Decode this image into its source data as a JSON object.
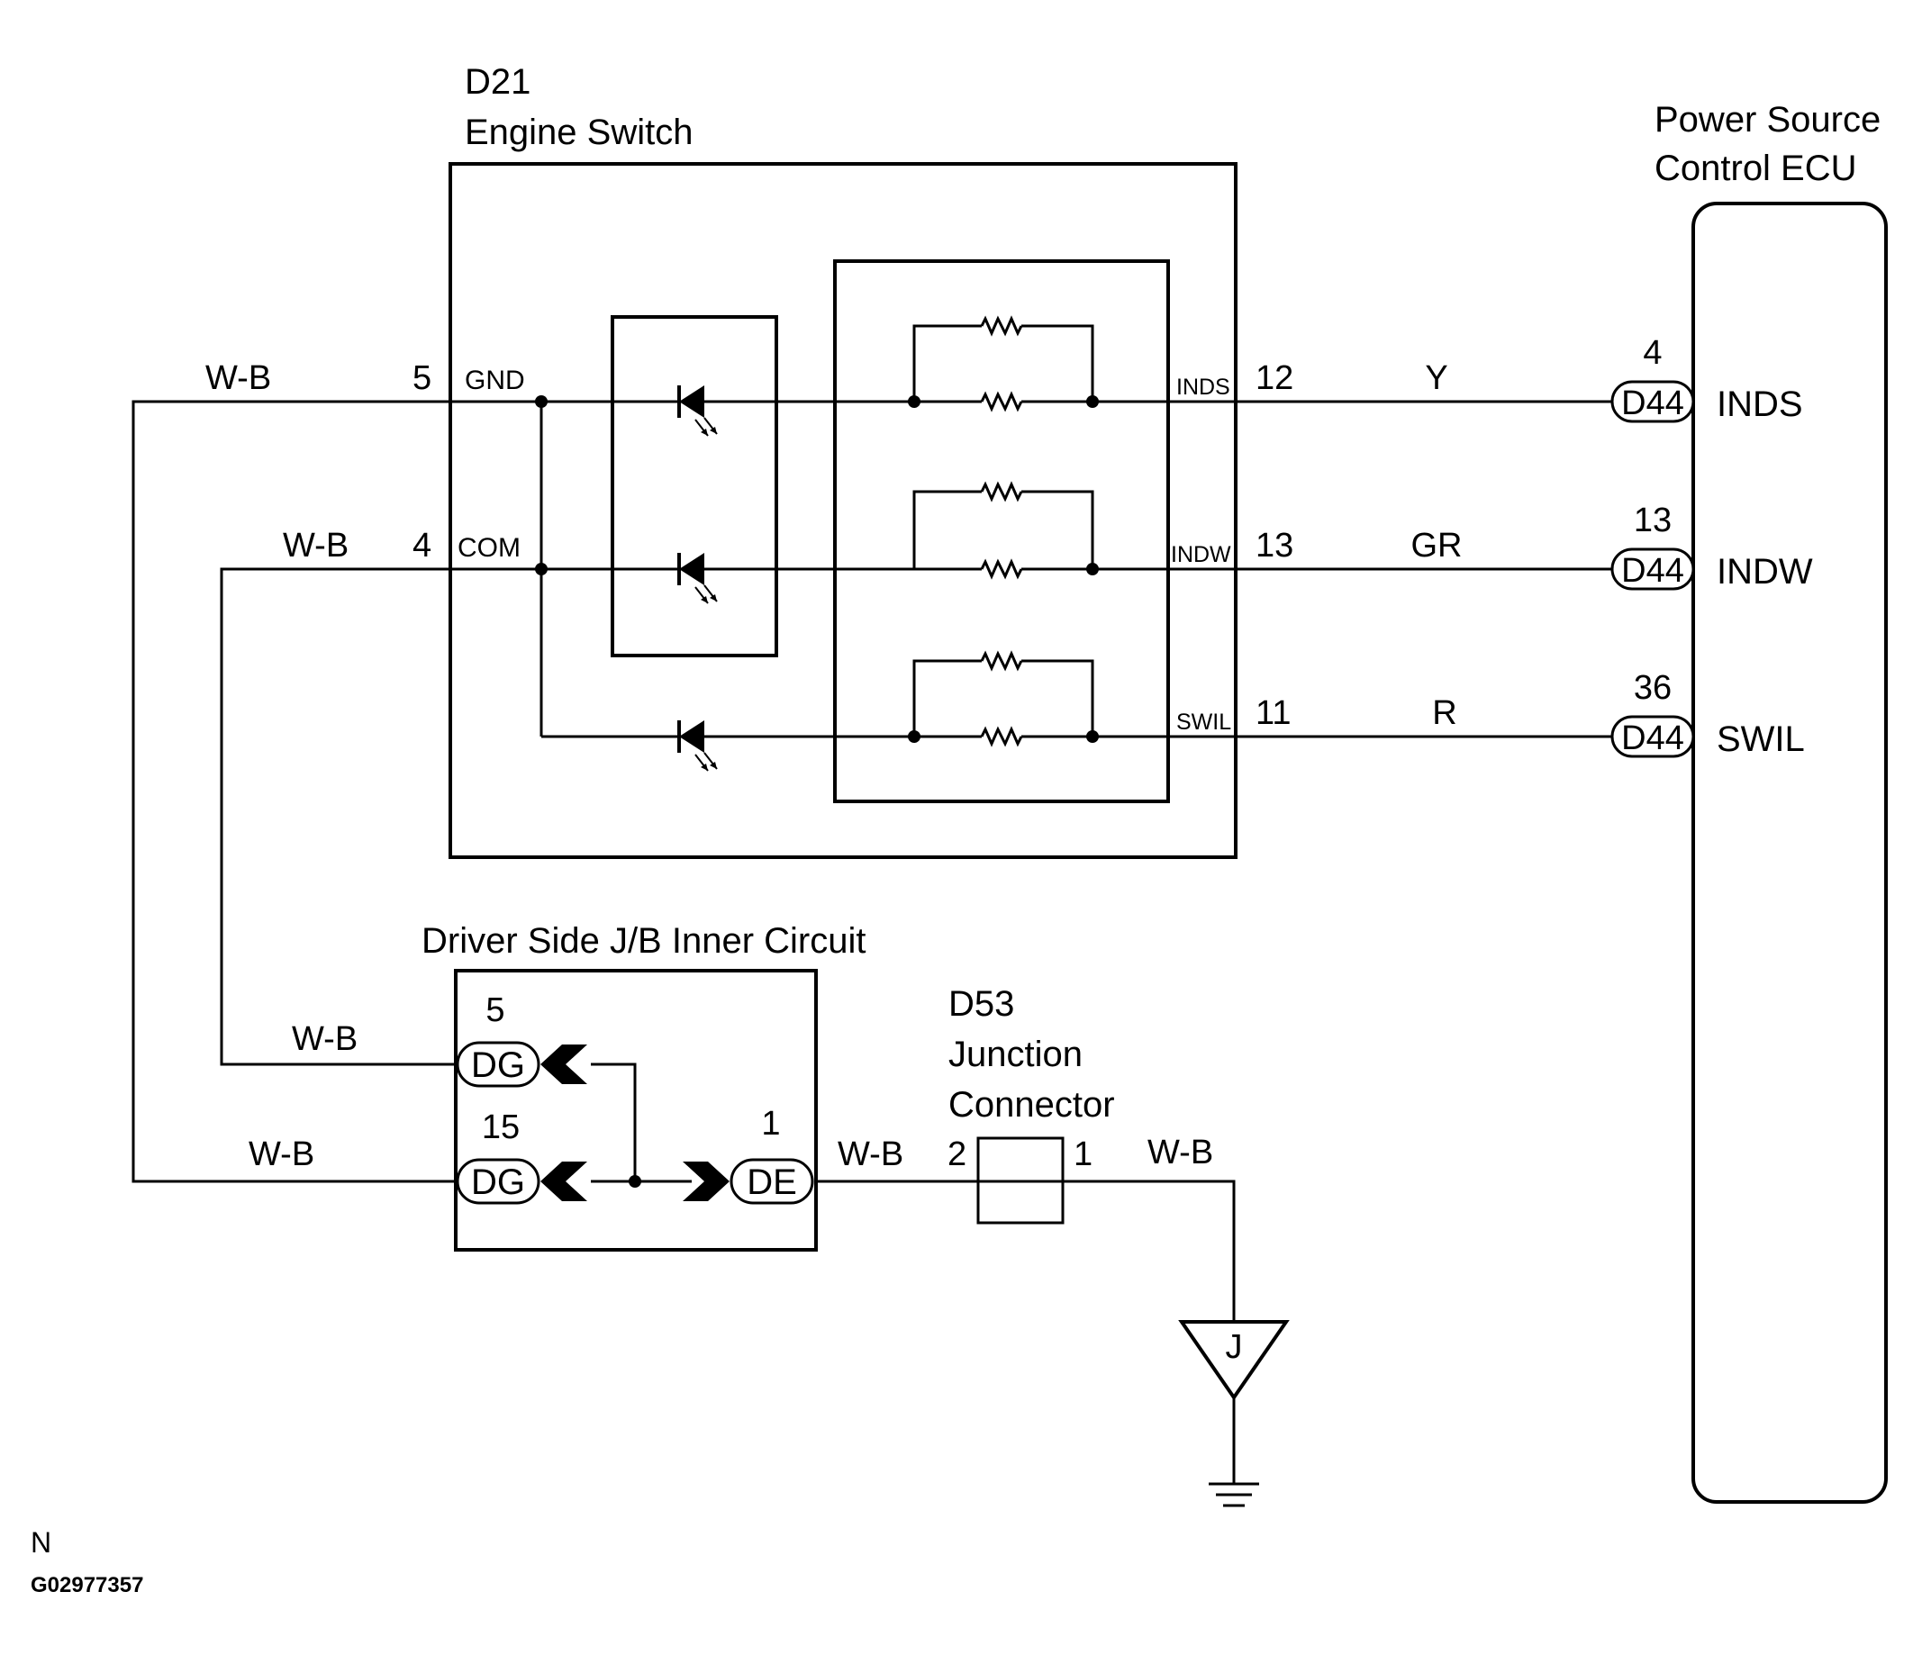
{
  "engine_switch": {
    "code": "D21",
    "name": "Engine Switch"
  },
  "ecu": {
    "line1": "Power Source",
    "line2": "Control ECU"
  },
  "jb": {
    "name": "Driver Side J/B Inner Circuit"
  },
  "junction": {
    "code": "D53",
    "line1": "Junction",
    "line2": "Connector",
    "pin_left": "2",
    "pin_right": "1"
  },
  "ground_point": "J",
  "switch_pins": {
    "gnd": {
      "num": "5",
      "label": "GND"
    },
    "com": {
      "num": "4",
      "label": "COM"
    }
  },
  "signals": [
    {
      "sw_label": "INDS",
      "sw_pin": "12",
      "wire": "Y",
      "ecu_pin": "4",
      "connector": "D44",
      "ecu_label": "INDS"
    },
    {
      "sw_label": "INDW",
      "sw_pin": "13",
      "wire": "GR",
      "ecu_pin": "13",
      "connector": "D44",
      "ecu_label": "INDW"
    },
    {
      "sw_label": "SWIL",
      "sw_pin": "11",
      "wire": "R",
      "ecu_pin": "36",
      "connector": "D44",
      "ecu_label": "SWIL"
    }
  ],
  "ground_wire": "W-B",
  "jb_connectors": [
    {
      "pin": "5",
      "code": "DG"
    },
    {
      "pin": "15",
      "code": "DG"
    },
    {
      "pin": "1",
      "code": "DE"
    }
  ],
  "footer": {
    "mark": "N",
    "figure_id": "G02977357"
  }
}
